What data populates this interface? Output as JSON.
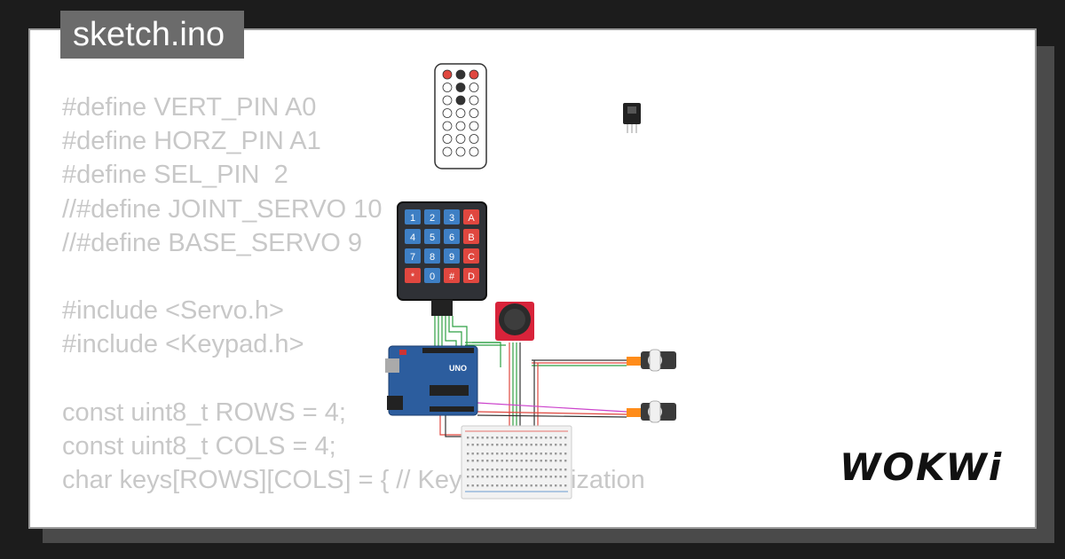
{
  "title": "sketch.ino",
  "code_lines": [
    "#define VERT_PIN A0",
    "#define HORZ_PIN A1",
    "#define SEL_PIN  2",
    "//#define JOINT_SERVO 10",
    "//#define BASE_SERVO 9",
    "",
    "#include <Servo.h>",
    "#include <Keypad.h>",
    "",
    "const uint8_t ROWS = 4;",
    "const uint8_t COLS = 4;",
    "char keys[ROWS][COLS] = { // Keypad initialization"
  ],
  "logo": "WOKWi",
  "keypad": {
    "keys": [
      "1",
      "2",
      "3",
      "A",
      "4",
      "5",
      "6",
      "B",
      "7",
      "8",
      "9",
      "C",
      "*",
      "0",
      "#",
      "D"
    ]
  },
  "arduino": {
    "label": "UNO"
  },
  "colors": {
    "background": "#1c1c1c",
    "card": "#ffffff",
    "code_text": "#c8c8c8",
    "title_tab": "#6b6b6b",
    "arduino": "#2c5d9e",
    "keypad_blue": "#3e7fc4",
    "keypad_red": "#e0473f",
    "joystick": "#d8233a"
  }
}
